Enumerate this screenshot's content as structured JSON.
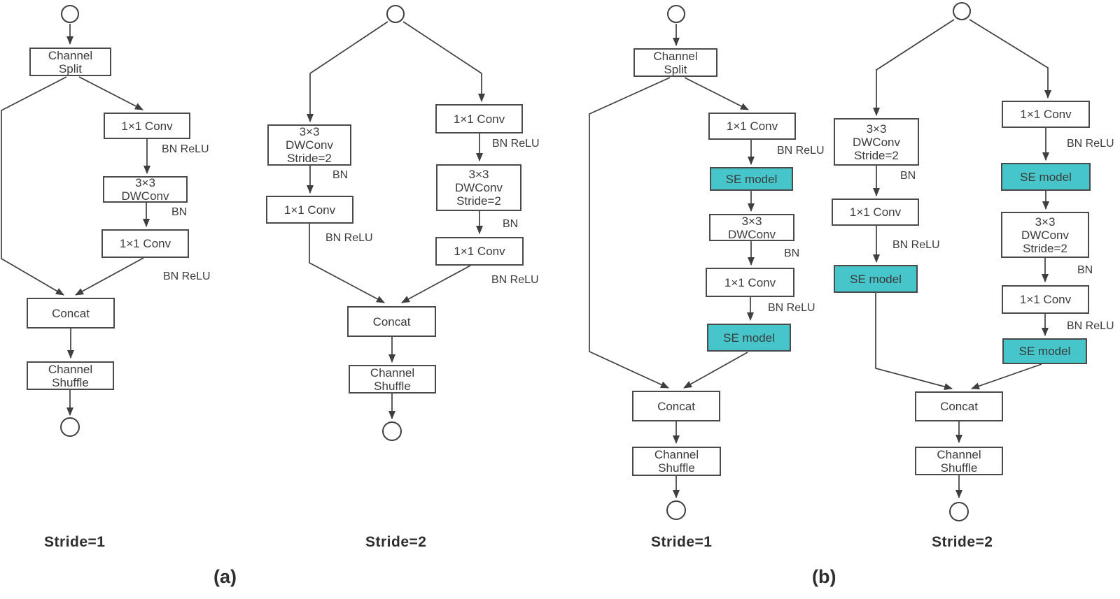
{
  "colors": {
    "background": "#ffffff",
    "line": "#3f3f3f",
    "box_border": "#4a4a4a",
    "box_fill": "#ffffff",
    "se_fill": "#46c5ca",
    "text": "#3b3b3b",
    "caption_text": "#2e2e2e"
  },
  "panel_a": {
    "caption": "(a)",
    "stride1": {
      "caption": "Stride=1",
      "nodes": {
        "channel_split": "Channel\nSplit",
        "conv1": "1×1 Conv",
        "dwconv": "3×3\nDWConv",
        "conv2": "1×1 Conv",
        "concat": "Concat",
        "channel_shuffle": "Channel\nShuffle"
      },
      "edge_labels": {
        "bn_relu_1": "BN ReLU",
        "bn": "BN",
        "bn_relu_2": "BN ReLU"
      }
    },
    "stride2": {
      "caption": "Stride=2",
      "nodes": {
        "left_dwconv": "3×3\nDWConv\nStride=2",
        "left_conv": "1×1 Conv",
        "right_conv1": "1×1 Conv",
        "right_dwconv": "3×3\nDWConv\nStride=2",
        "right_conv2": "1×1 Conv",
        "concat": "Concat",
        "channel_shuffle": "Channel\nShuffle"
      },
      "edge_labels": {
        "left_bn": "BN",
        "left_bn_relu": "BN ReLU",
        "right_bn_relu_1": "BN ReLU",
        "right_bn": "BN",
        "right_bn_relu_2": "BN ReLU"
      }
    }
  },
  "panel_b": {
    "caption": "(b)",
    "stride1": {
      "caption": "Stride=1",
      "nodes": {
        "channel_split": "Channel\nSplit",
        "conv1": "1×1 Conv",
        "se1": "SE model",
        "dwconv": "3×3\nDWConv",
        "conv2": "1×1 Conv",
        "se2": "SE model",
        "concat": "Concat",
        "channel_shuffle": "Channel\nShuffle"
      },
      "edge_labels": {
        "bn_relu_1": "BN ReLU",
        "bn": "BN",
        "bn_relu_2": "BN ReLU"
      }
    },
    "stride2": {
      "caption": "Stride=2",
      "nodes": {
        "left_dwconv": "3×3\nDWConv\nStride=2",
        "left_conv": "1×1 Conv",
        "left_se": "SE model",
        "right_conv1": "1×1 Conv",
        "right_se1": "SE model",
        "right_dwconv": "3×3\nDWConv\nStride=2",
        "right_conv2": "1×1 Conv",
        "right_se2": "SE model",
        "concat": "Concat",
        "channel_shuffle": "Channel\nShuffle"
      },
      "edge_labels": {
        "left_bn": "BN",
        "left_bn_relu": "BN ReLU",
        "right_bn_relu_1": "BN ReLU",
        "right_bn": "BN",
        "right_bn_relu_2": "BN ReLU"
      }
    }
  }
}
